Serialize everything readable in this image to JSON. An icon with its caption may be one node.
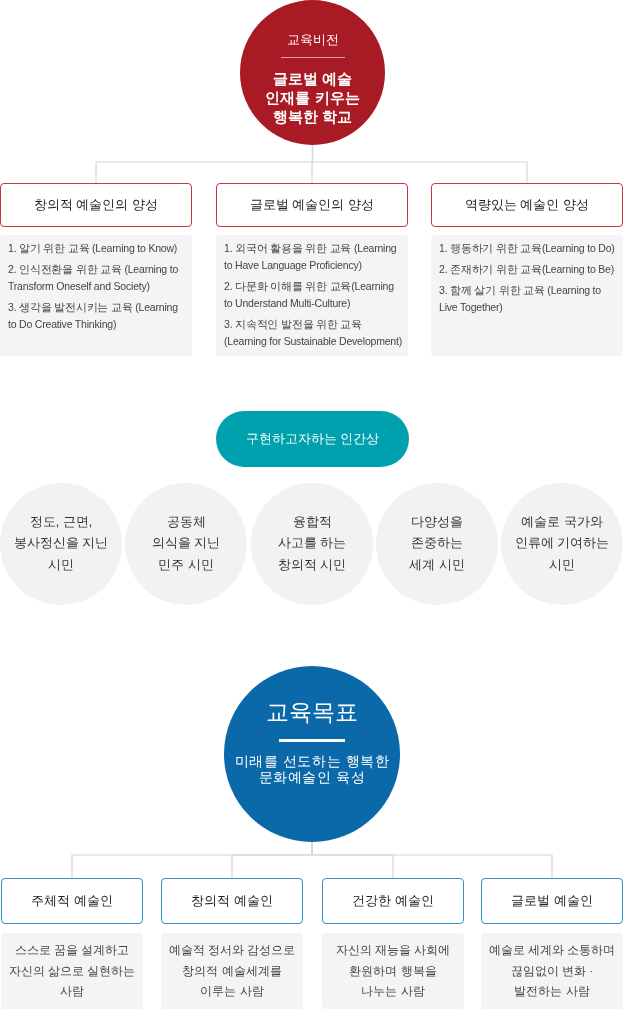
{
  "diagram": {
    "nodes": [
      {
        "text": [
          "교육비전",
          "글로벌 예술 인재를 키우는 행복한 학교"
        ]
      },
      {
        "text": [
          "창의적 예술인의 양성"
        ]
      },
      {
        "text": [
          "글로벌 예술인의 양성"
        ]
      },
      {
        "text": [
          "역량있는 예술인 양성"
        ]
      },
      {
        "text": [
          "1. 알기 위한 교육 (Learning to Know)",
          "2. 인식전환을 위한 교육 (Learning to Transform Oneself and Society)",
          "3. 생각을 발전시키는 교육 (Learning to Do Creative Thinking)"
        ]
      },
      {
        "text": [
          "1. 외국어 활용을 위한 교육 (Learning to Have Language Proficiency)",
          "2. 다문화 이해를 위한 교육(Learning to Understand Multi-Culture)",
          "3. 지속적인 발전을 위한 교육 (Learning for Sustainable Development)"
        ]
      },
      {
        "text": [
          "1. 행동하기 위한 교육(Learning to Do)",
          "2. 존재하기 위한 교육(Learning to Be)",
          "3. 함께 살기 위한 교육 (Learning to Live Together)"
        ]
      },
      {
        "text": [
          "구현하고자하는 인간상"
        ]
      },
      {
        "text": [
          "정도, 근면, 봉사정신을 지닌 시민"
        ]
      },
      {
        "text": [
          "공동체 의식을 지닌 민주 시민"
        ]
      },
      {
        "text": [
          "융합적 사고를 하는 창의적 시민"
        ]
      },
      {
        "text": [
          "다양성을 존중하는 세계 시민"
        ]
      },
      {
        "text": [
          "예술로 국가와 인류에 기여하는 시민"
        ]
      },
      {
        "text": [
          "교육목표",
          "미래를 선도하는 행복한 문화예술인 육성"
        ]
      },
      {
        "text": [
          "주체적 예술인"
        ]
      },
      {
        "text": [
          "창의적 예술인"
        ]
      },
      {
        "text": [
          "건강한 예술인"
        ]
      },
      {
        "text": [
          "글로벌 예술인"
        ]
      },
      {
        "text": [
          "스스로 꿈을 설계하고 자신의 삶으로 실현하는 사람"
        ]
      },
      {
        "text": [
          "예술적 정서와 감성으로 창의적 예술세계를 이루는 사람"
        ]
      },
      {
        "text": [
          "자신의 재능을 사회에 환원하며 행복을 나누는 사람"
        ]
      },
      {
        "text": [
          "예술로 세계와 소통하며 끊임없이 변화 · 발전하는 사람"
        ]
      }
    ],
    "edges": [
      {
        "from": 0,
        "to": 1,
        "arrow": "none"
      },
      {
        "from": 0,
        "to": 2,
        "arrow": "none"
      },
      {
        "from": 0,
        "to": 3,
        "arrow": "none"
      },
      {
        "from": 13,
        "to": 14,
        "arrow": "none"
      },
      {
        "from": 13,
        "to": 15,
        "arrow": "none"
      },
      {
        "from": 13,
        "to": 16,
        "arrow": "none"
      },
      {
        "from": 13,
        "to": 17,
        "arrow": "none"
      }
    ]
  }
}
